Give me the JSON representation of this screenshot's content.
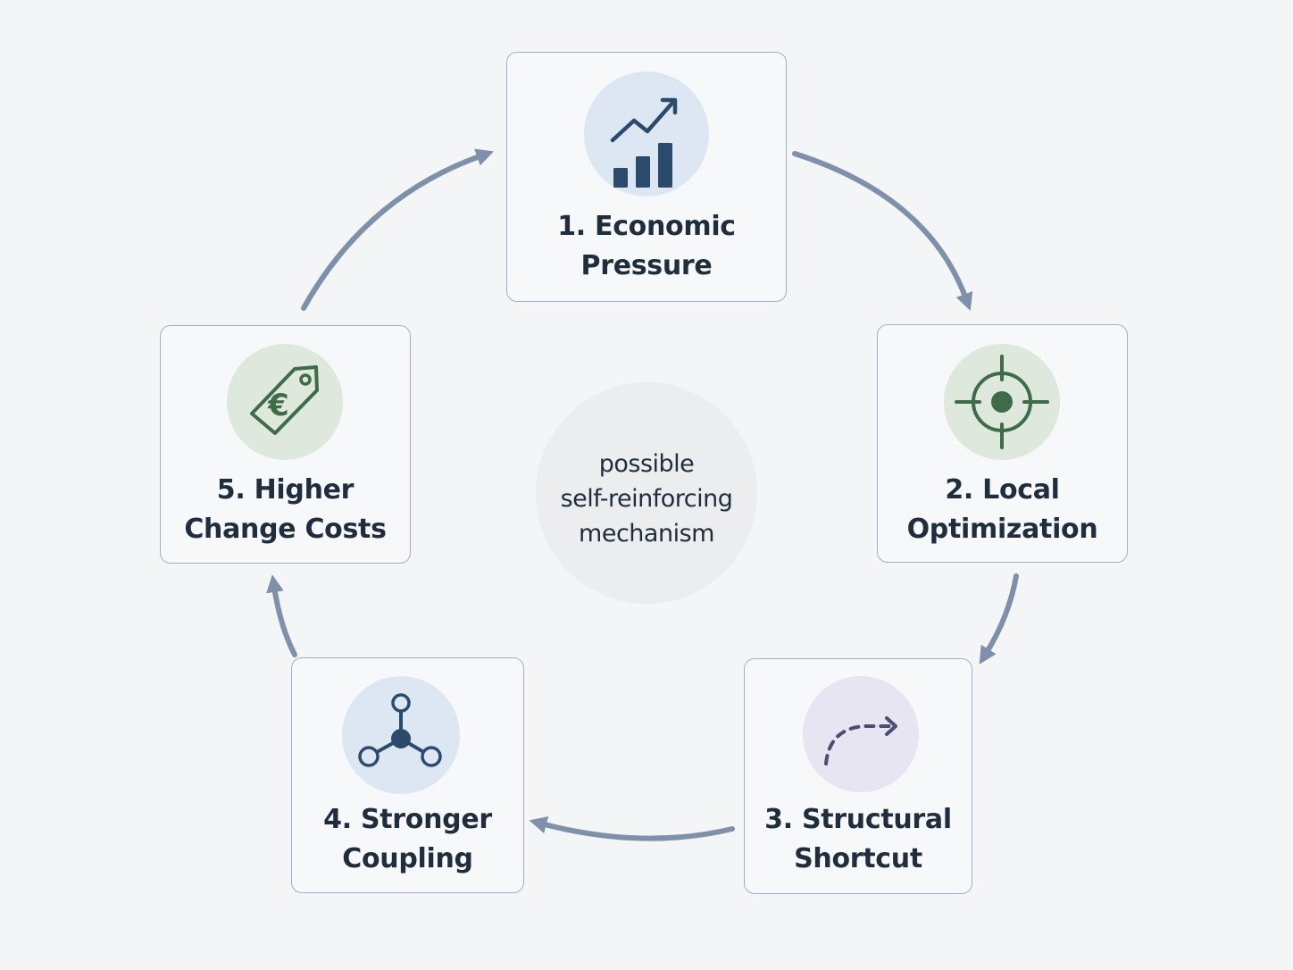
{
  "colors": {
    "background": "#f4f5f6",
    "card_border": "#9fb0c6",
    "arrow": "#7e90aa",
    "text": "#1f2d3d",
    "blue_circle": "#dde7f3",
    "green_circle": "#dfe8dd",
    "lavender_circle": "#e7e5f1",
    "icon_blue": "#2c4a6b",
    "icon_green": "#3f6b48",
    "icon_purple": "#4a4e70"
  },
  "center": {
    "lines": [
      "possible",
      "self-reinforcing",
      "mechanism"
    ]
  },
  "steps": [
    {
      "id": "economic-pressure",
      "lines": [
        "1. Economic",
        "Pressure"
      ],
      "icon": "bar-chart-trend-icon"
    },
    {
      "id": "local-optimization",
      "lines": [
        "2. Local",
        "Optimization"
      ],
      "icon": "crosshair-target-icon"
    },
    {
      "id": "structural-shortcut",
      "lines": [
        "3. Structural",
        "Shortcut"
      ],
      "icon": "dashed-shortcut-arrow-icon"
    },
    {
      "id": "stronger-coupling",
      "lines": [
        "4. Stronger",
        "Coupling"
      ],
      "icon": "connected-nodes-icon"
    },
    {
      "id": "higher-change-costs",
      "lines": [
        "5. Higher",
        "Change Costs"
      ],
      "icon": "euro-price-tag-icon"
    }
  ]
}
